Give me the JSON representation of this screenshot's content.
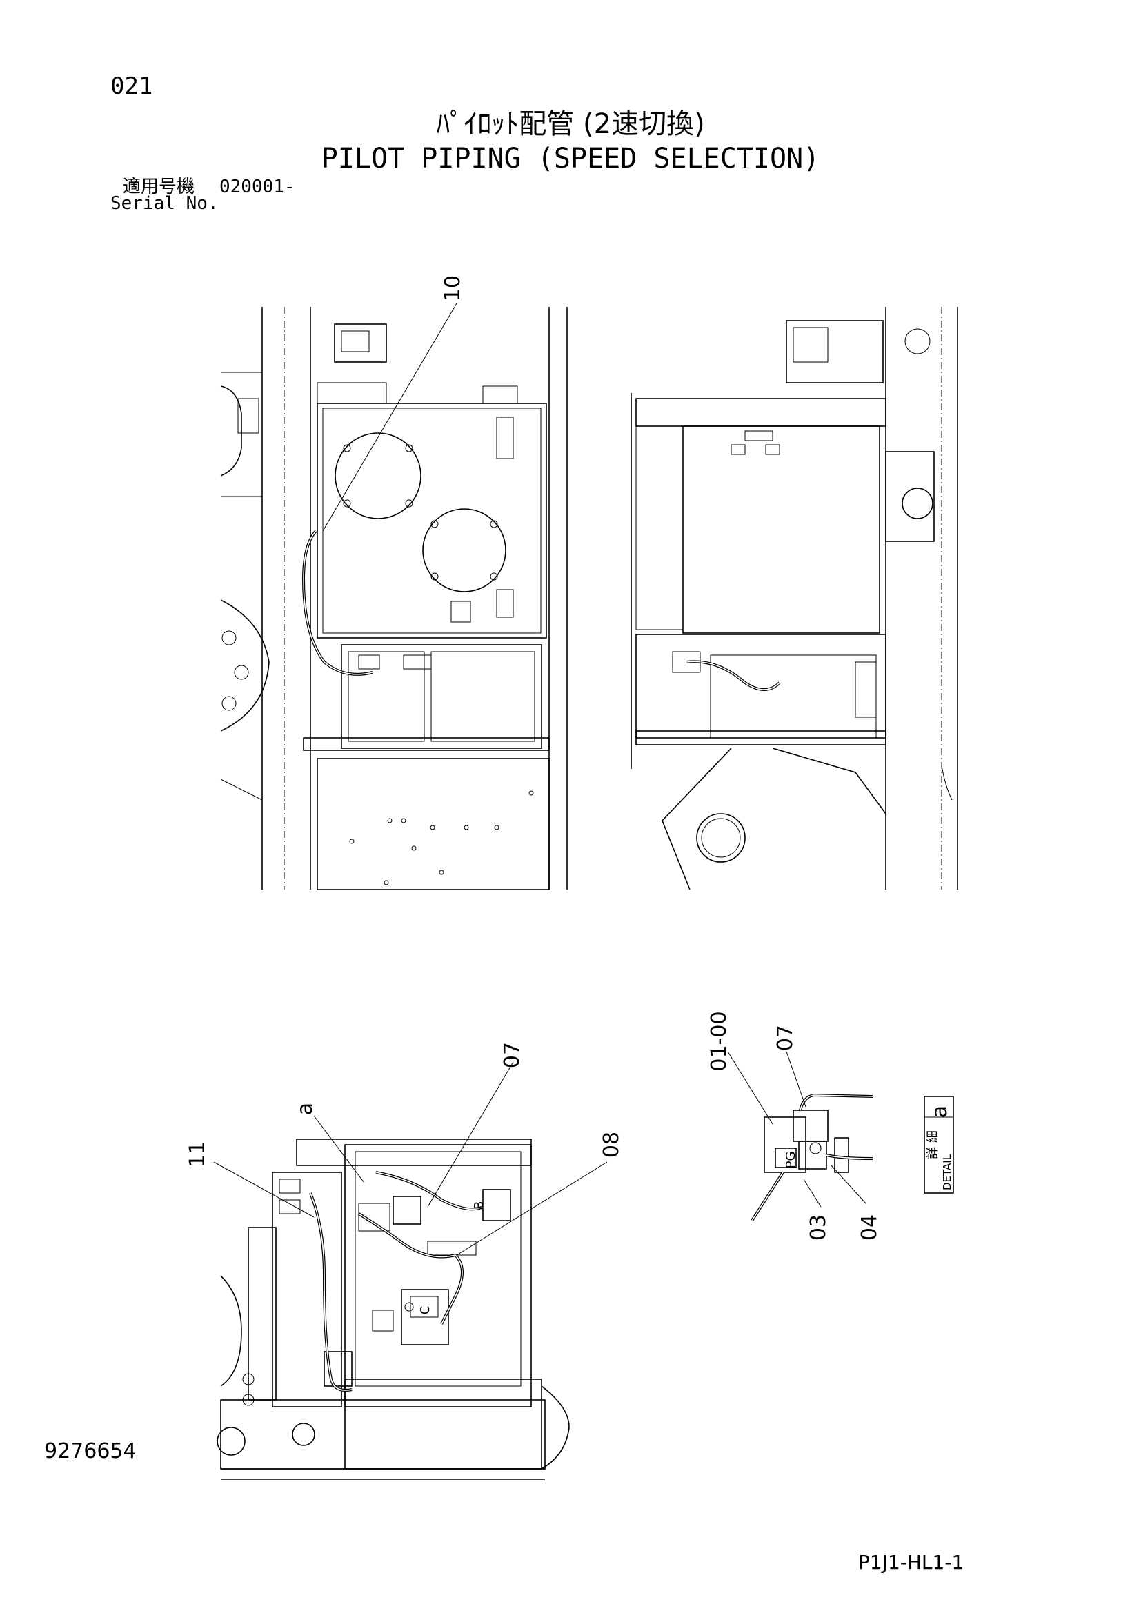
{
  "header": {
    "page_number": "021",
    "title_jp": "ﾊﾟｲﾛｯﾄ配管 (2速切換)",
    "title_en": "PILOT PIPING (SPEED SELECTION)"
  },
  "serial": {
    "label_jp": "適用号機",
    "value": "020001-",
    "label_en": "Serial No."
  },
  "callouts": {
    "top_view": [
      "10"
    ],
    "bottom_view": [
      "a",
      "07",
      "08",
      "11"
    ],
    "detail": [
      "01-00",
      "07",
      "03",
      "04"
    ],
    "ports": [
      "B",
      "C",
      "PG"
    ]
  },
  "detail_label": {
    "jp": "詳 細",
    "en": "DETAIL",
    "letter": "a"
  },
  "footer": {
    "document_number": "9276654",
    "reference_code": "P1J1-HL1-1"
  }
}
